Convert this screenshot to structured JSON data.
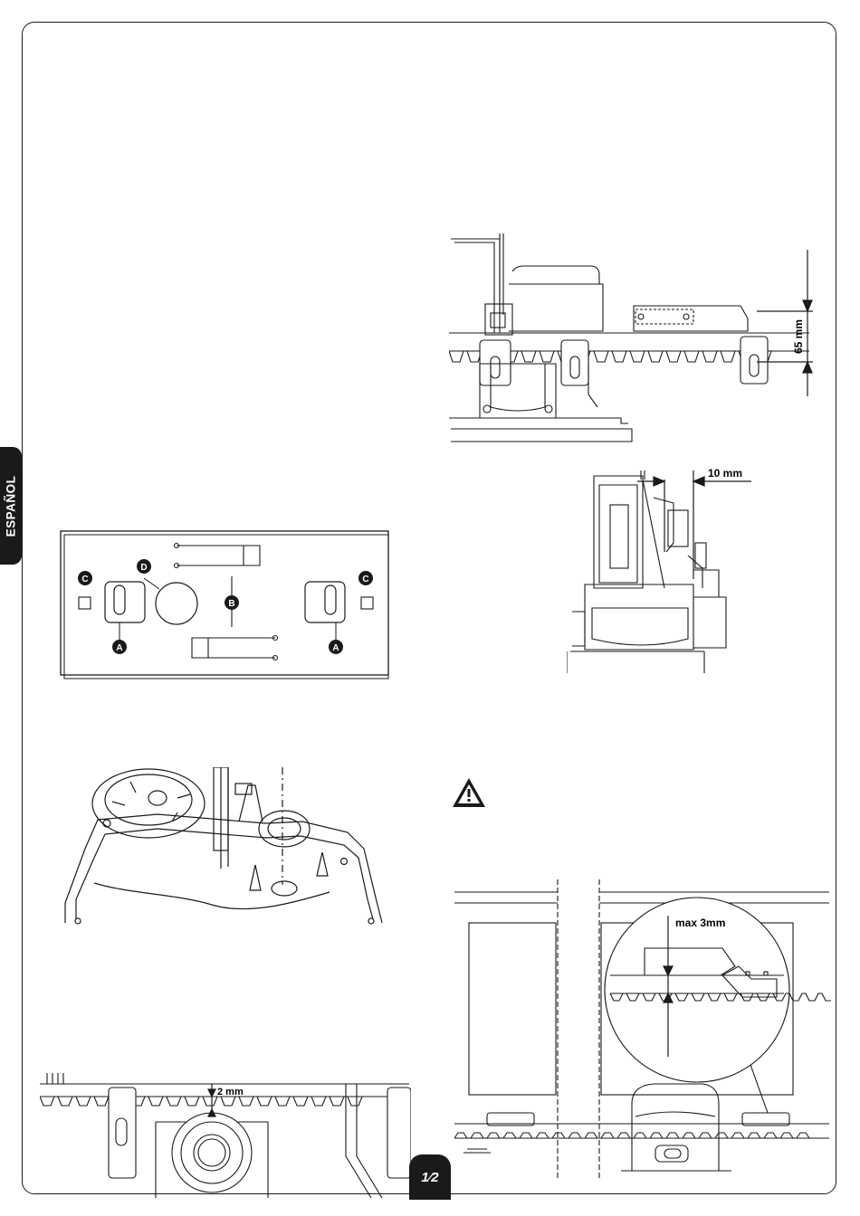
{
  "sidebar": {
    "language": "ESPAÑOL"
  },
  "footer": {
    "page_number": "1⁄2"
  },
  "figures": {
    "base_plate": {
      "callouts": {
        "a": "A",
        "b": "B",
        "c": "C",
        "d": "D"
      }
    },
    "rack_height": {
      "dimension": "65 mm"
    },
    "rack_side": {
      "dimension": "10 mm"
    },
    "pinion_gap": {
      "dimension": "2 mm"
    },
    "rack_alignment": {
      "dimension": "max 3mm"
    }
  },
  "warning": {
    "icon": "warning-triangle-icon"
  },
  "colors": {
    "ink": "#1a1a1a",
    "paper": "#ffffff",
    "shade": "#d9d9d9"
  }
}
